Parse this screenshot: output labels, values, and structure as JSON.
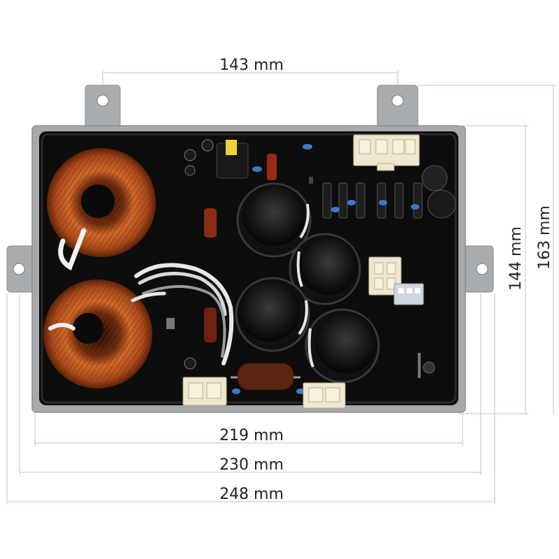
{
  "dimensions": {
    "top_width": "143 mm",
    "board_width": "219 mm",
    "mount_width": "230 mm",
    "total_width": "248 mm",
    "inner_height": "144 mm",
    "total_height": "163 mm"
  },
  "colors": {
    "board": "#0d0d0d",
    "tray": "#a7aaad",
    "copper": "#c0591f",
    "connector": "#efe6cf",
    "dimension_line": "#d9b8b8"
  }
}
